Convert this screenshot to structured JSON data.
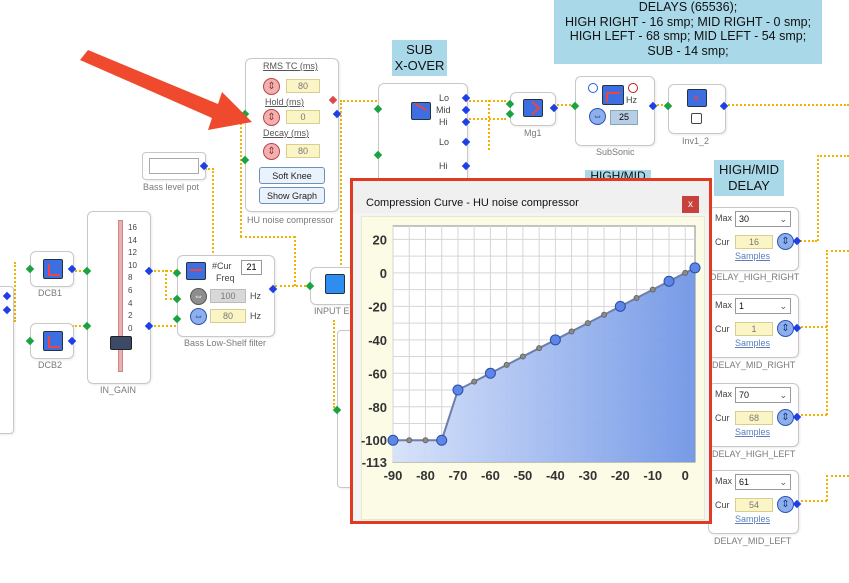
{
  "delays_banner": {
    "line1": "DELAYS (65536);",
    "line2": "HIGH RIGHT - 16 smp; MID RIGHT - 0 smp;",
    "line3": "HIGH LEFT - 68 smp; MID LEFT - 54 smp;",
    "line4": "SUB - 14 smp;"
  },
  "sub_xover_banner": {
    "line1": "SUB",
    "line2": "X-OVER"
  },
  "high_mid_delay_banner": {
    "line1": "HIGH/MID",
    "line2": "DELAY"
  },
  "high_mid_tab": "HIGH/MID",
  "noise_comp": {
    "rms_label": "RMS TC (ms)",
    "rms_value": "80",
    "hold_label": "Hold (ms)",
    "hold_value": "0",
    "decay_label": "Decay (ms)",
    "decay_value": "80",
    "soft_knee": "Soft Knee",
    "show_graph": "Show Graph",
    "name": "HU noise compressor"
  },
  "bass_level_pot": {
    "name": "Bass level pot"
  },
  "dcb1": {
    "name": "DCB1"
  },
  "dcb2": {
    "name": "DCB2"
  },
  "in_gain": {
    "name": "IN_GAIN",
    "scale": [
      "16",
      "14",
      "12",
      "10",
      "8",
      "6",
      "4",
      "2",
      "0"
    ]
  },
  "bass_shelf": {
    "cur_label": "#Cur",
    "freq_label": "Freq",
    "cur_value": "21",
    "freq_value": "100",
    "gain_value": "80",
    "hz1": "Hz",
    "hz2": "Hz",
    "name": "Bass Low-Shelf filter"
  },
  "input_block": {
    "name": "INPUT E"
  },
  "xover": {
    "lo": "Lo",
    "mid": "Mid",
    "hi": "Hi",
    "lo2": "Lo",
    "hi2": "Hi"
  },
  "mg1": {
    "name": "Mg1"
  },
  "subsonic": {
    "name": "SubSonic",
    "hz": "Hz",
    "value": "25"
  },
  "inv1_2": {
    "name": "Inv1_2"
  },
  "delays": [
    {
      "max_label": "Max",
      "max_value": "30",
      "cur_label": "Cur",
      "cur_value": "16",
      "samples": "Samples",
      "name": "DELAY_HIGH_RIGHT"
    },
    {
      "max_label": "Max",
      "max_value": "1",
      "cur_label": "Cur",
      "cur_value": "1",
      "samples": "Samples",
      "name": "DELAY_MID_RIGHT"
    },
    {
      "max_label": "Max",
      "max_value": "70",
      "cur_label": "Cur",
      "cur_value": "68",
      "samples": "Samples",
      "name": "DELAY_HIGH_LEFT"
    },
    {
      "max_label": "Max",
      "max_value": "61",
      "cur_label": "Cur",
      "cur_value": "54",
      "samples": "Samples",
      "name": "DELAY_MID_LEFT"
    }
  ],
  "compression_window": {
    "title": "Compression Curve - HU noise compressor",
    "close": "x"
  },
  "chart_data": {
    "type": "line",
    "x": [
      -90,
      -85,
      -80,
      -75,
      -70,
      -65,
      -60,
      -55,
      -50,
      -45,
      -40,
      -35,
      -30,
      -25,
      -20,
      -15,
      -10,
      -5,
      0,
      3
    ],
    "values": [
      -100,
      -100,
      -100,
      -100,
      -70,
      -65,
      -60,
      -55,
      -50,
      -45,
      -40,
      -35,
      -30,
      -25,
      -20,
      -15,
      -10,
      -5,
      0,
      3
    ],
    "xticks": [
      "-90",
      "-80",
      "-70",
      "-60",
      "-50",
      "-40",
      "-30",
      "-20",
      "-10",
      "0"
    ],
    "yticks": [
      "20",
      "0",
      "-20",
      "-40",
      "-60",
      "-80",
      "-100",
      "-113"
    ],
    "xlim": [
      -90,
      3
    ],
    "ylim": [
      -113,
      28
    ],
    "grid": true,
    "colors": {
      "fill": "#7196e6",
      "line": "#6d7fa8",
      "marker": "#5e86e6"
    }
  }
}
